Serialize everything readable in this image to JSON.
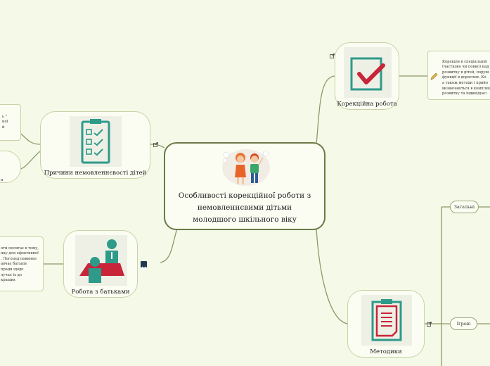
{
  "central": {
    "line1": "Особливості корекційної роботи з",
    "line2": "немовленнєвими дітьми",
    "line3": "молодшого шкільного віку"
  },
  "branches": {
    "correction": {
      "label": "Корекційна робота"
    },
    "causes": {
      "label": "Причини немовленнєвості дітей"
    },
    "parents": {
      "label": "Робота з батьками"
    },
    "methods": {
      "label": "Методики"
    }
  },
  "notes": {
    "correction_note": "Корекція в спеціальній\n(частково чи повно) над\nрозвитку в дітей, поруш\nфункції в дорослих. Ко\nа також методи і прийо\nвизначаються в комплек\nрозвитку та індивідуал",
    "causes_note": "ь \"\nної\nй",
    "causes_note2": "и",
    "parents_note": "оти полягає в тому,\nнку для ефективної\n. Логопед повинен\nавчає батьків\nпради щодо\nлучає їх до\nкращих"
  },
  "method_items": {
    "general": "Загальні",
    "game": "Ігрові"
  },
  "colors": {
    "connector": "#8c9a6a",
    "accent_teal": "#2e9a8a",
    "accent_red": "#c8253a"
  }
}
